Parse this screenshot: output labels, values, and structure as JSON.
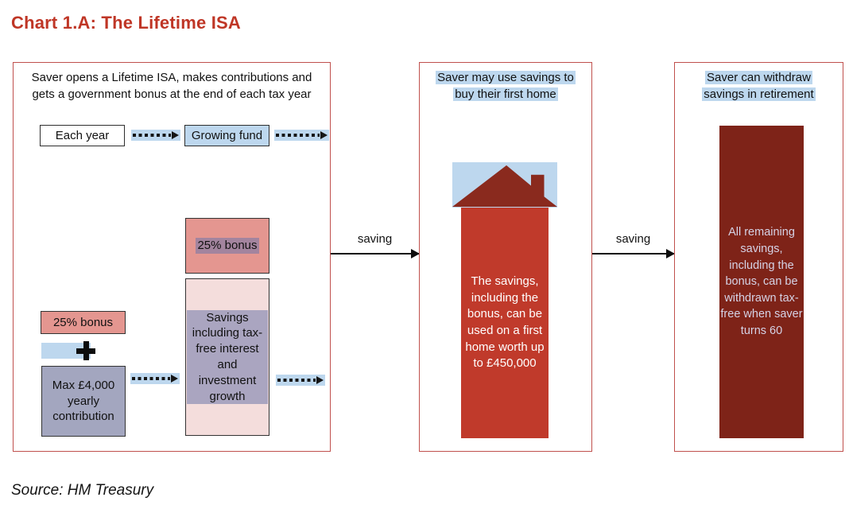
{
  "title": "Chart 1.A: The Lifetime ISA",
  "source": "Source: HM Treasury",
  "colors": {
    "title_red": "#BF3626",
    "panel_border": "#C0504D",
    "light_blue_highlight": "#BDD7EE",
    "salmon_box": "#E49690",
    "pink_box": "#F4DDDC",
    "slate_box": "#A3A6BF",
    "purple_text_highlight": "#A9A4BF",
    "house_red": "#C03A2B",
    "roof_dark_red": "#8A2A1E",
    "retirement_dark_red": "#7E2318"
  },
  "icons": {
    "plus": "plus-icon",
    "house": "house-icon"
  },
  "panels": {
    "left": {
      "header": "Saver opens a Lifetime ISA, makes contributions and gets a government bonus at the end of each tax year",
      "each_year_label": "Each year",
      "growing_fund_label": "Growing fund",
      "bonus_top_label": "25% bonus",
      "savings_box_label": "Savings including tax-free interest and investment growth",
      "bonus_left_label": "25% bonus",
      "contribution_label": "Max £4,000 yearly contribution"
    },
    "middle": {
      "header": "Saver may use savings to buy their first home",
      "body": "The savings, including the bonus, can be used on a first home worth up to £450,000"
    },
    "right": {
      "header": "Saver can withdraw savings in retirement",
      "body": "All remaining savings, including the bonus, can be withdrawn tax-free when saver turns 60"
    }
  },
  "arrows": {
    "label": "saving"
  }
}
